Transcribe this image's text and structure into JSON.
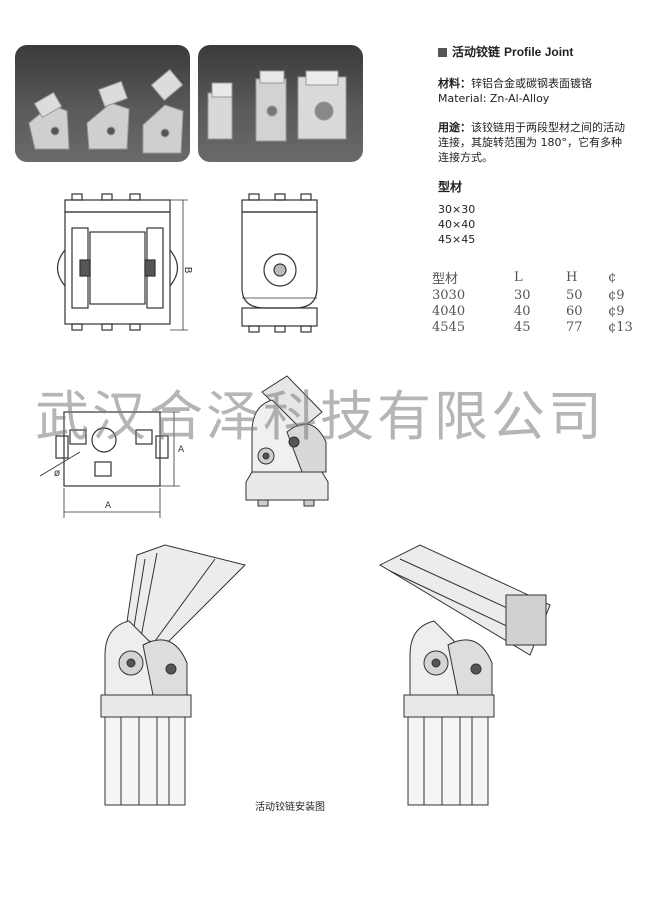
{
  "header": {
    "title_cn": "活动铰链",
    "title_en": "Profile Joint"
  },
  "material": {
    "label": "材料：",
    "cn": "锌铝合金或碳钢表面镀铬",
    "en": "Material: Zn-Al-Alloy"
  },
  "usage": {
    "label": "用途：",
    "line1": "该铰链用于两段型材之间的活动",
    "line2": "连接，其旋转范围为 180°，它有多种",
    "line3": "连接方式。"
  },
  "profiles": {
    "heading": "型材",
    "items": [
      "30×30",
      "40×40",
      "45×45"
    ]
  },
  "spec_table": {
    "headers": [
      "型材",
      "L",
      "H",
      "¢"
    ],
    "rows": [
      [
        "3030",
        "30",
        "50",
        "¢9"
      ],
      [
        "4040",
        "40",
        "60",
        "¢9"
      ],
      [
        "4545",
        "45",
        "77",
        "¢13"
      ]
    ]
  },
  "watermark": "武汉合泽科技有限公司",
  "drawing_labels": {
    "dim_b": "B",
    "dim_a_vertical": "A",
    "dim_a_horizontal": "A",
    "dim_phi": "ø"
  },
  "install_caption": "活动铰链安装图",
  "colors": {
    "photo_bg": "#4a4a4a",
    "line": "#333333",
    "part_light": "#e6e6e6",
    "part_mid": "#bdbdbd"
  }
}
